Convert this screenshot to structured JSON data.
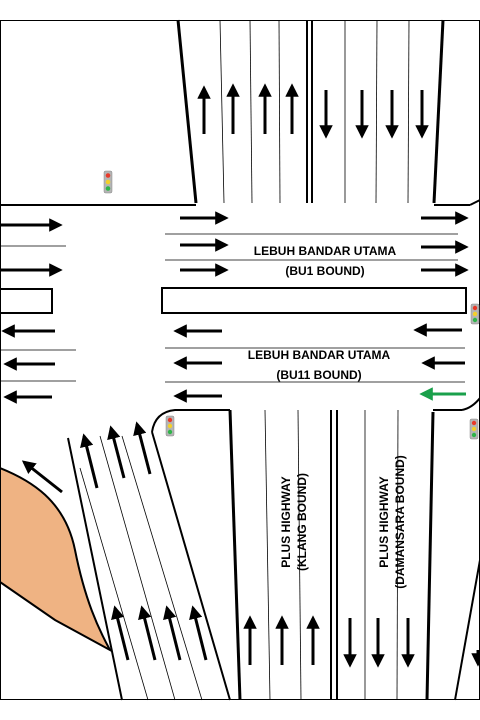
{
  "roads": {
    "bu1": {
      "name": "LEBUH BANDAR UTAMA",
      "bound": "(BU1 BOUND)"
    },
    "bu11": {
      "name": "LEBUH BANDAR UTAMA",
      "bound": "(BU11 BOUND)"
    },
    "plus_klang": {
      "name": "PLUS HIGHWAY",
      "bound": "(KLANG BOUND)"
    },
    "plus_damansara": {
      "name": "PLUS HIGHWAY",
      "bound": "(DAMANSARA BOUND)"
    }
  },
  "colors": {
    "line": "#000000",
    "background": "#ffffff",
    "island_fill": "#efb383",
    "highlight_arrow": "#1aa04b",
    "signal_body": "#b5b5b5",
    "signal_red": "#e83a2a",
    "signal_amber": "#f3d02a",
    "signal_green": "#2fb44a"
  },
  "icons": {
    "traffic_signal": "traffic-light-icon",
    "lane_arrow": "lane-arrow-icon",
    "highlighted_arrow": "green-arrow-icon"
  }
}
